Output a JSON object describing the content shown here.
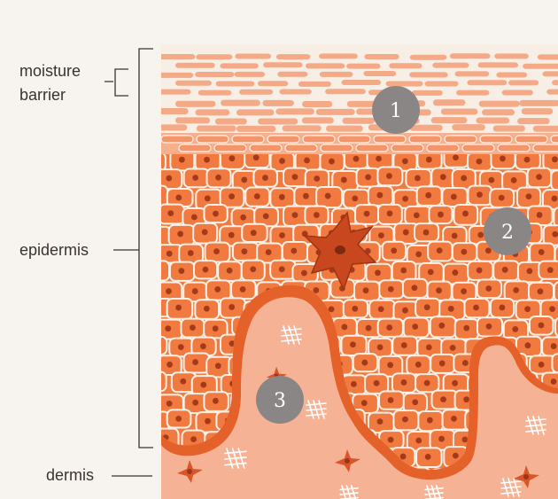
{
  "labels": {
    "moisture_line1": "moisture",
    "moisture_line2": "barrier",
    "epidermis": "epidermis",
    "dermis": "dermis"
  },
  "markers": [
    "1",
    "2",
    "3"
  ],
  "colors": {
    "background": "#f7f3ef",
    "dermis": "#f6b295",
    "stratum_corneum": "#f4a987",
    "epidermis_cells": "#f07a40",
    "cell_outline": "#fdf1e7",
    "nucleus": "#a53a1a",
    "marker": "#8a8685"
  }
}
